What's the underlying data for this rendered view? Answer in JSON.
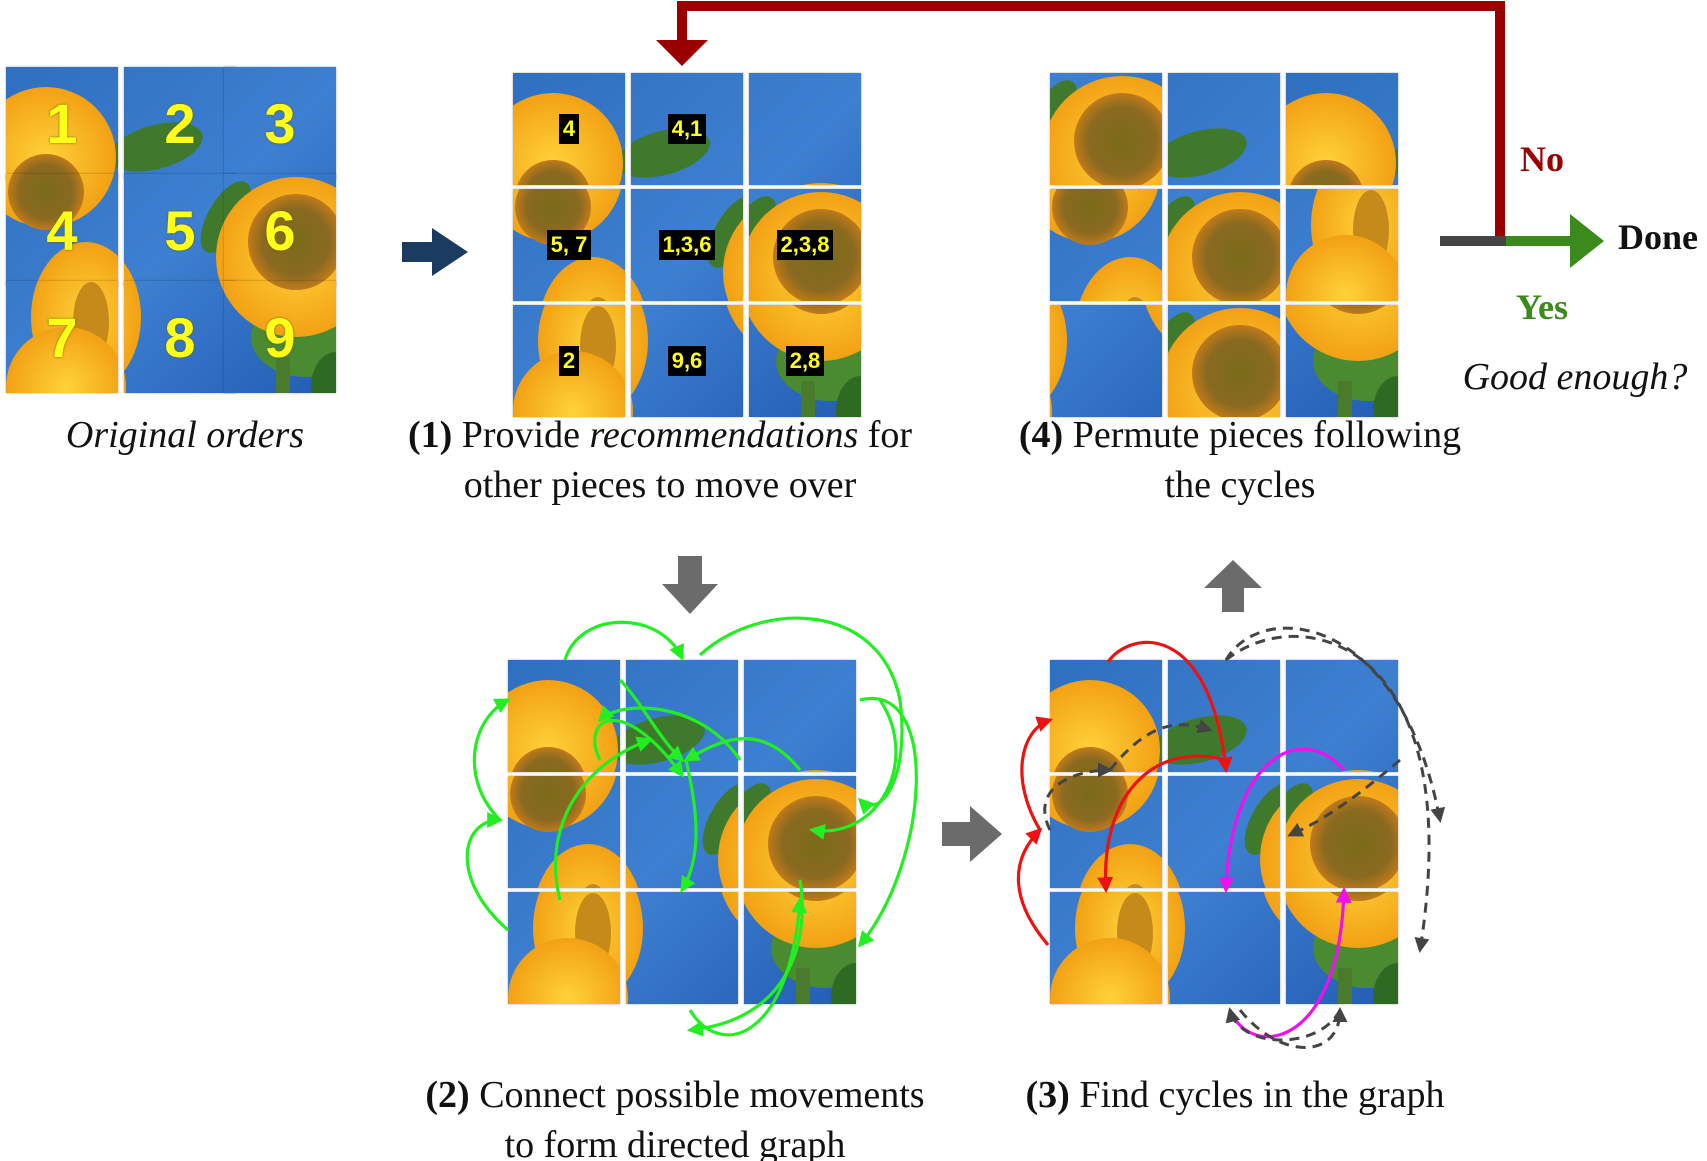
{
  "original": {
    "numbers": [
      "1",
      "2",
      "3",
      "4",
      "5",
      "6",
      "7",
      "8",
      "9"
    ],
    "caption": "Original orders"
  },
  "step1": {
    "recommendations": [
      "4",
      "4,1",
      "",
      "5, 7",
      "1,3,6",
      "2,3,8",
      "2",
      "9,6",
      "2,8"
    ],
    "caption_num": "(1)",
    "caption_a": " Provide ",
    "caption_em": "recommendations",
    "caption_b": " for",
    "caption_line2": "other pieces to move over"
  },
  "step2": {
    "caption_num": "(2)",
    "caption_line1": " Connect possible movements",
    "caption_line2": "to form directed graph"
  },
  "step3": {
    "caption_num": "(3)",
    "caption_line1": " Find cycles in the graph"
  },
  "step4": {
    "caption_num": "(4)",
    "caption_line1": " Permute pieces following",
    "caption_line2": "the cycles"
  },
  "decision": {
    "no": "No",
    "yes": "Yes",
    "done": "Done",
    "question": "Good enough?"
  },
  "colors": {
    "feedback_arrow": "#9b0000",
    "yes_arrow": "#3a8a1c",
    "flow_arrow_dark": "#1b3c60",
    "flow_arrow_gray": "#6b6b6b",
    "graph_edges": "#22ee22",
    "cycle_red": "#ee1111",
    "cycle_magenta": "#ee11ee",
    "cycle_dashed": "#444444"
  }
}
